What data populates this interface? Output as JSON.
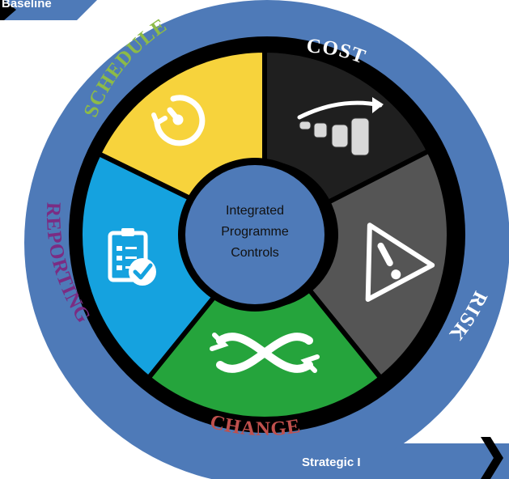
{
  "corner_labels": {
    "top_left": "Baseline",
    "bottom_right": "Strategic I"
  },
  "center": {
    "lines": [
      "Integrated",
      "Programme",
      "Controls"
    ]
  },
  "segments": [
    {
      "key": "schedule",
      "title": "SCHEDULE",
      "icon": "stopwatch-icon",
      "title_color": "#8dbb47",
      "fill": "#f7d33c"
    },
    {
      "key": "cost",
      "title": "COST",
      "icon": "coins-growth-icon",
      "title_color": "#ffffff",
      "fill": "#1f1f1f"
    },
    {
      "key": "risk",
      "title": "RISK",
      "icon": "warning-icon",
      "title_color": "#ffffff",
      "fill": "#555555"
    },
    {
      "key": "change",
      "title": "CHANGE",
      "icon": "cycle-arrows-icon",
      "title_color": "#c0504d",
      "fill": "#25a43c"
    },
    {
      "key": "reporting",
      "title": "REPORTING",
      "icon": "clipboard-check-icon",
      "title_color": "#7b2c83",
      "fill": "#15a2df"
    }
  ],
  "colors": {
    "outer_ring": "#4e7ab8",
    "black_band": "#000000",
    "center_fill": "#4e7ab8",
    "background": "#ffffff"
  }
}
